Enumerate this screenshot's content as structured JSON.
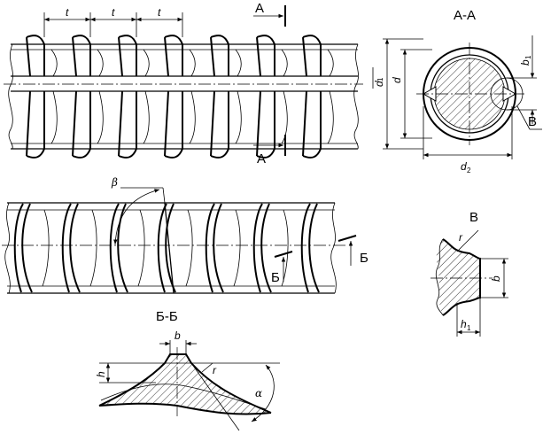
{
  "labels": {
    "section_a": "А",
    "section_a_title": "А-А",
    "section_b": "Б",
    "section_b_title": "Б-Б",
    "detail_v": "В",
    "detail_v_title": "В"
  },
  "dimensions": {
    "t": "t",
    "d": "d",
    "d1": "d",
    "d1_sub": "1",
    "d2": "d",
    "d2_sub": "2",
    "b": "b",
    "b1": "b",
    "b1_sub": "1",
    "h": "h",
    "h1": "h",
    "h1_sub": "1",
    "r": "r",
    "beta": "β",
    "alpha": "α"
  }
}
